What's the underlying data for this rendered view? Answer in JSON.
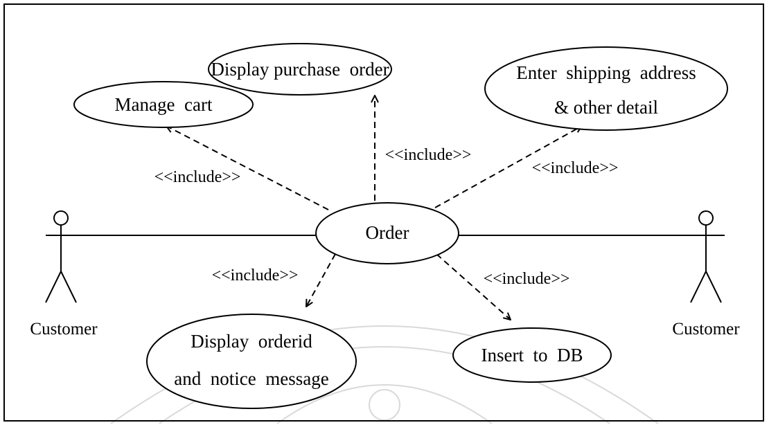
{
  "diagram": {
    "central_use_case": "Order",
    "use_cases": {
      "manage_cart": [
        "Manage  cart"
      ],
      "display_purchase_order": [
        "Display purchase  order"
      ],
      "enter_shipping": [
        "Enter  shipping  address",
        "& other detail"
      ],
      "display_orderid": [
        "Display  orderid",
        "and  notice  message"
      ],
      "insert_db": [
        "Insert  to  DB"
      ]
    },
    "relations": {
      "manage_cart": "<<include>>",
      "display_purchase_order": "<<include>>",
      "enter_shipping": "<<include>>",
      "display_orderid": "<<include>>",
      "insert_db": "<<include>>"
    },
    "actors": {
      "left": "Customer",
      "right": "Customer"
    }
  }
}
